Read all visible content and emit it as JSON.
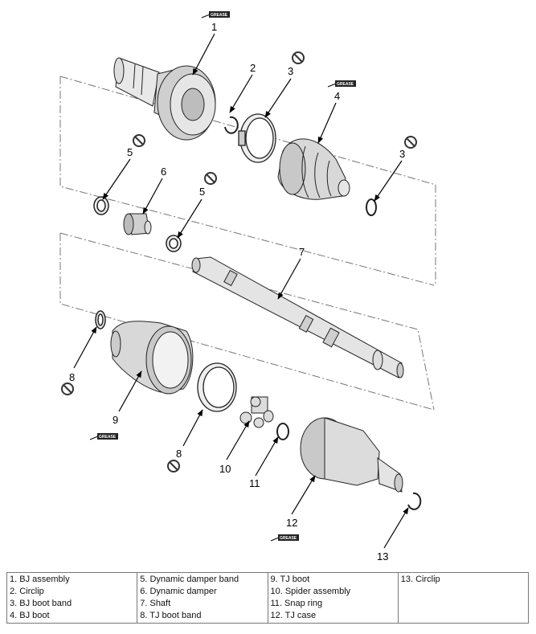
{
  "diagram": {
    "grease_text": "GREASE",
    "callouts": [
      "1",
      "2",
      "3",
      "4",
      "5",
      "6",
      "5",
      "3",
      "7",
      "8",
      "9",
      "8",
      "10",
      "11",
      "12",
      "13"
    ],
    "icons": [
      "grease-tube-icon",
      "do-not-reuse-icon",
      "leader-arrow-icon"
    ]
  },
  "legend": {
    "columns": [
      [
        "1. BJ assembly",
        "2. Circlip",
        "3. BJ boot band",
        "4. BJ boot"
      ],
      [
        "5. Dynamic damper band",
        "6. Dynamic damper",
        "7. Shaft",
        "8. TJ boot band"
      ],
      [
        "9. TJ boot",
        "10. Spider assembly",
        "11. Snap ring",
        "12. TJ case"
      ],
      [
        "13. Circlip"
      ]
    ]
  }
}
